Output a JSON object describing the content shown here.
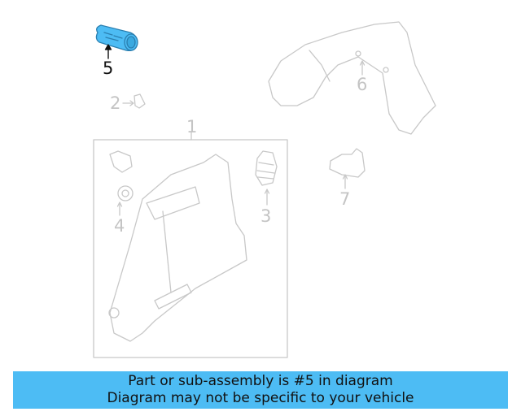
{
  "diagram": {
    "highlight_color": "#4dbcf4",
    "line_color": "#c8c8c8",
    "callouts": [
      {
        "id": "1",
        "label": "1",
        "highlighted": false
      },
      {
        "id": "2",
        "label": "2",
        "highlighted": false
      },
      {
        "id": "3",
        "label": "3",
        "highlighted": false
      },
      {
        "id": "4",
        "label": "4",
        "highlighted": false
      },
      {
        "id": "5",
        "label": "5",
        "highlighted": true
      },
      {
        "id": "6",
        "label": "6",
        "highlighted": false
      },
      {
        "id": "7",
        "label": "7",
        "highlighted": false
      }
    ]
  },
  "banner": {
    "line1": "Part or sub-assembly is #5 in diagram",
    "line2": "Diagram may not be specific to your vehicle",
    "background": "#4dbcf4"
  }
}
